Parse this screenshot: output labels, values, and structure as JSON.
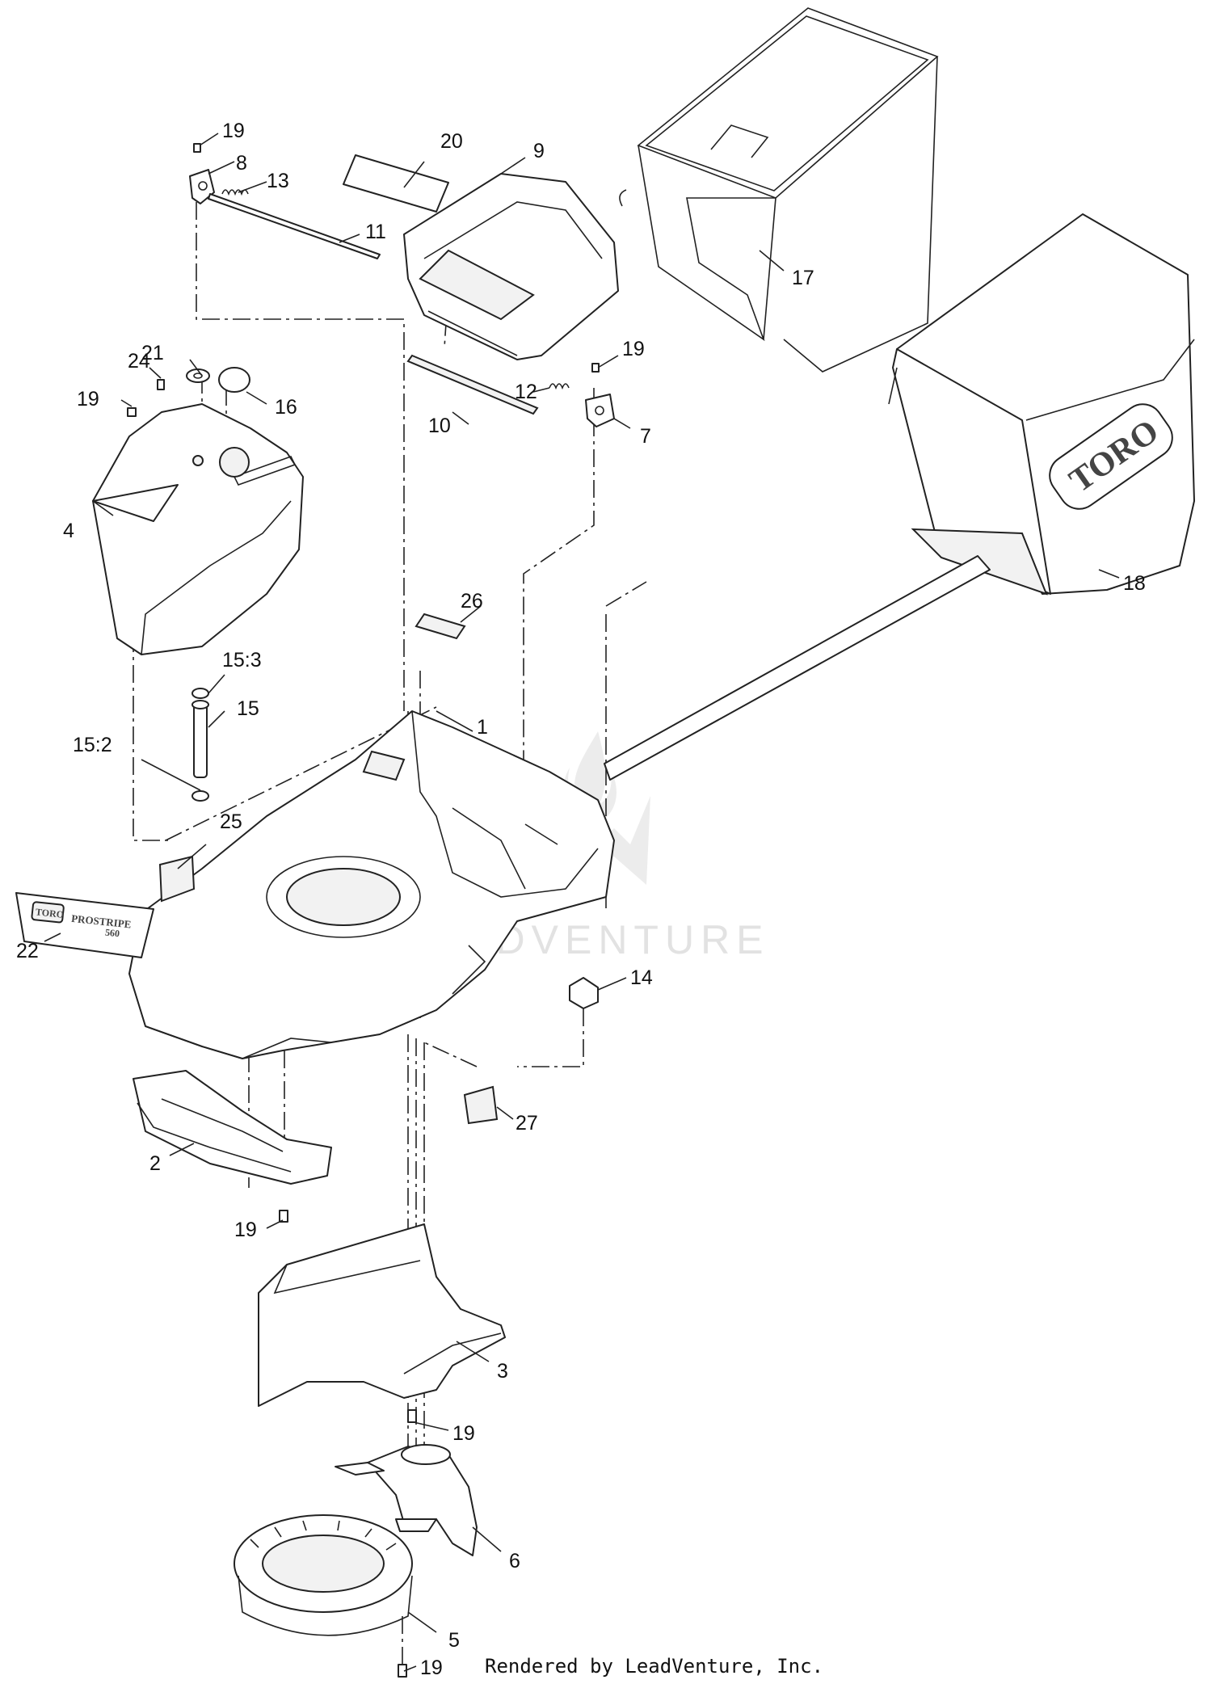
{
  "diagram": {
    "callouts": {
      "c1": "1",
      "c2": "2",
      "c3": "3",
      "c4": "4",
      "c5": "5",
      "c6": "6",
      "c7": "7",
      "c8": "8",
      "c9": "9",
      "c10": "10",
      "c11": "11",
      "c12": "12",
      "c13": "13",
      "c14": "14",
      "c15": "15",
      "c15_2": "15:2",
      "c15_3": "15:3",
      "c16": "16",
      "c17": "17",
      "c18": "18",
      "c19a": "19",
      "c19b": "19",
      "c19c": "19",
      "c19d": "19",
      "c19e": "19",
      "c19f": "19",
      "c20": "20",
      "c21": "21",
      "c22": "22",
      "c24": "24",
      "c25": "25",
      "c26": "26",
      "c27": "27"
    },
    "bag_logo": "TORO",
    "decal_logo": "TORO",
    "decal_text": "PROSTRIPE",
    "decal_model": "560"
  },
  "watermark": {
    "text": "LEADVENTURE"
  },
  "footer": {
    "text": "Rendered by LeadVenture, Inc."
  }
}
